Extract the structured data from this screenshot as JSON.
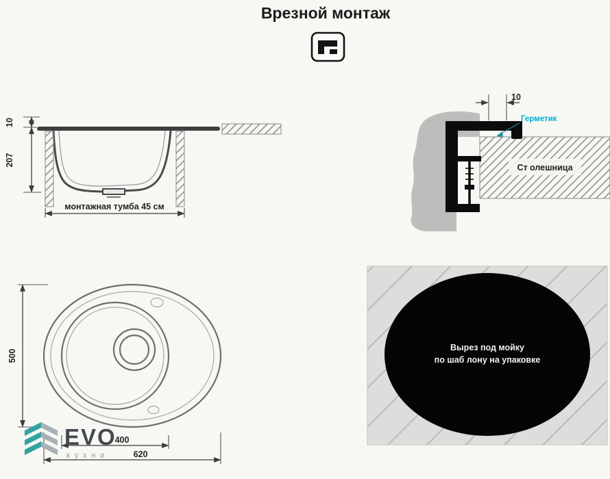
{
  "title": "Врезной монтаж",
  "icon": {
    "name": "faucet-mount-icon"
  },
  "cross_section": {
    "dim_rim_height": "10",
    "dim_depth": "207",
    "dim_cabinet": "монтажная тумба 45 см"
  },
  "edge_detail": {
    "dim_overhang": "10",
    "sealant": "Герметик",
    "countertop": "Ст олешница"
  },
  "top_view": {
    "dim_height": "500",
    "dim_bowl_width": "400",
    "dim_total_width": "620"
  },
  "cutout": {
    "line1": "Вырез под мойку",
    "line2": "по шаб лону на упаковке"
  },
  "logo": {
    "name": "EVO",
    "subtitle": "кухни"
  },
  "colors": {
    "sealant_label": "#00aed6",
    "drawing_line": "#4a4a4a",
    "cutout_fill": "#050505",
    "logo_teal": "#33a3a1",
    "logo_gray": "#a7b0b5",
    "background": "#f7f7f4"
  }
}
